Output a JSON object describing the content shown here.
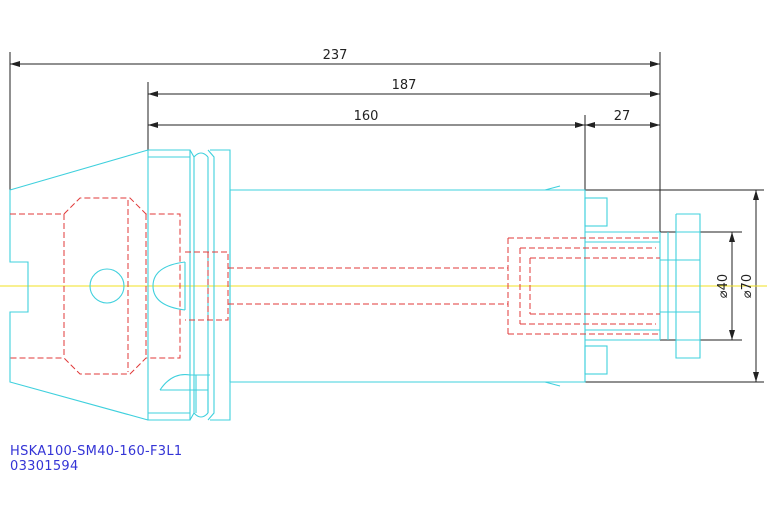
{
  "dimensions": {
    "d237": "237",
    "d187": "187",
    "d160": "160",
    "d27": "27",
    "dia40": "⌀40",
    "dia70": "⌀70"
  },
  "title_block": {
    "part_name": "HSKA100-SM40-160-F3L1",
    "part_number": "03301594"
  },
  "colors": {
    "outline": "#3fd0dd",
    "hidden": "#e03a3a",
    "centerline": "#f0e020",
    "dimension": "#222222",
    "text": "#3434d6"
  }
}
